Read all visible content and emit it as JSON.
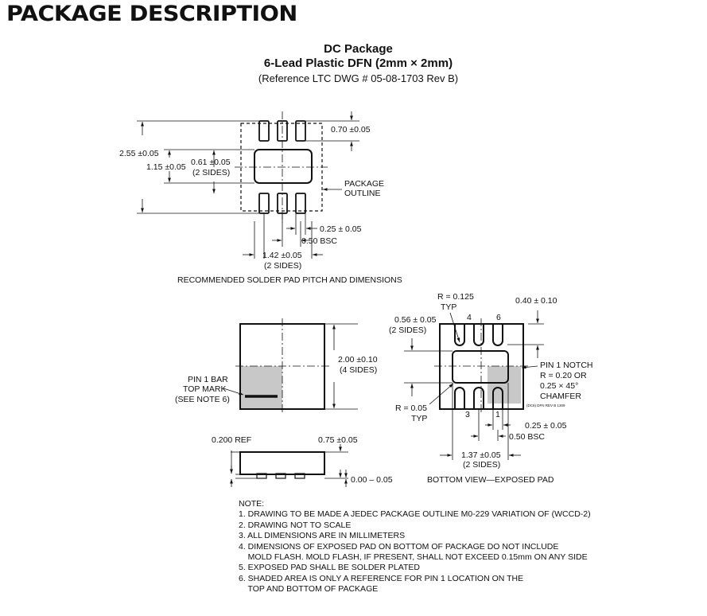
{
  "page_title": "PACKAGE DESCRIPTION",
  "package": {
    "title": "DC Package",
    "subtitle": "6-Lead Plastic DFN (2mm × 2mm)",
    "reference": "(Reference LTC DWG # 05-08-1703 Rev B)"
  },
  "solder_pad": {
    "dim_overall": "2.55 ±0.05",
    "dim_pad_height": "1.15 ±0.05",
    "dim_pad_width": "0.61 ±0.05",
    "dim_pad_width_note": "(2 SIDES)",
    "dim_lead_len": "0.70 ±0.05",
    "outline_label_1": "PACKAGE",
    "outline_label_2": "OUTLINE",
    "dim_lead_width": "0.25 ± 0.05",
    "dim_pitch": "0.50 BSC",
    "dim_total": "1.42 ±0.05",
    "dim_total_note": "(2 SIDES)",
    "caption": "RECOMMENDED SOLDER PAD PITCH AND DIMENSIONS"
  },
  "top_view": {
    "dim_size": "2.00 ±0.10",
    "dim_size_note": "(4 SIDES)",
    "pin1_label_1": "PIN 1 BAR",
    "pin1_label_2": "TOP MARK",
    "pin1_label_3": "(SEE NOTE 6)"
  },
  "side_view": {
    "dim_ref": "0.200 REF",
    "dim_height": "0.75 ±0.05",
    "dim_standoff": "0.00 – 0.05"
  },
  "bottom_view": {
    "dim_radius_top": "R = 0.125",
    "dim_radius_top_note": "TYP",
    "dim_lead_len": "0.40 ± 0.10",
    "dim_pad_width": "0.56 ± 0.05",
    "dim_pad_width_note": "(2 SIDES)",
    "pin_4": "4",
    "pin_6": "6",
    "pin_3": "3",
    "pin_1": "1",
    "notch_1": "PIN 1 NOTCH",
    "notch_2": "R = 0.20 OR",
    "notch_3": "0.25 × 45°",
    "notch_4": "CHAMFER",
    "drawing_code": "(DC6) DFN REV B 1309",
    "dim_radius_bottom": "R = 0.05",
    "dim_radius_bottom_note": "TYP",
    "dim_lead_width": "0.25 ± 0.05",
    "dim_pitch": "0.50 BSC",
    "dim_total": "1.37 ±0.05",
    "dim_total_note": "(2 SIDES)",
    "caption": "BOTTOM VIEW—EXPOSED PAD"
  },
  "notes": {
    "heading": "NOTE:",
    "items": [
      "1. DRAWING TO BE MADE A JEDEC PACKAGE OUTLINE M0-229 VARIATION OF (WCCD-2)",
      "2. DRAWING NOT TO SCALE",
      "3. ALL DIMENSIONS ARE IN MILLIMETERS",
      "4. DIMENSIONS OF EXPOSED PAD ON BOTTOM OF PACKAGE DO NOT INCLUDE",
      "    MOLD FLASH. MOLD FLASH, IF PRESENT, SHALL NOT EXCEED 0.15mm ON ANY SIDE",
      "5. EXPOSED PAD SHALL BE SOLDER PLATED",
      "6. SHADED AREA IS ONLY A REFERENCE FOR PIN 1 LOCATION ON THE",
      "    TOP AND BOTTOM OF PACKAGE"
    ]
  },
  "colors": {
    "line": "#111111",
    "shade": "#c8c8c8"
  }
}
